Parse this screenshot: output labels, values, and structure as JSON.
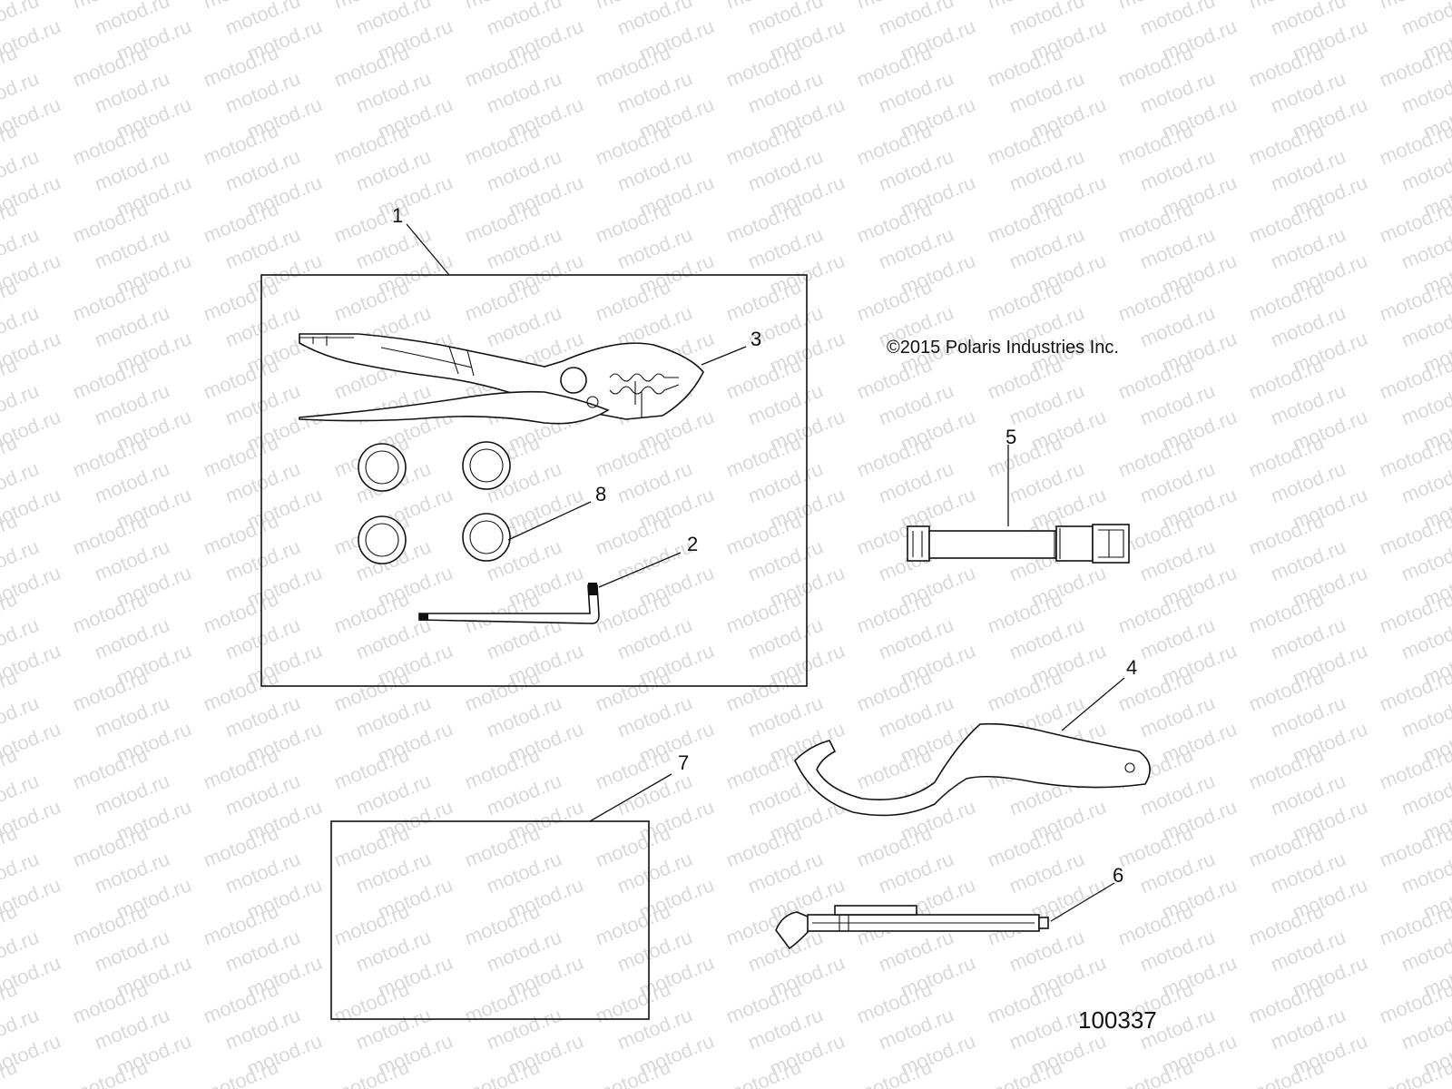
{
  "watermark": {
    "text": "motod.ru",
    "color": "#d9d9d9"
  },
  "copyright": "©2015 Polaris Industries Inc.",
  "figure_number": "100337",
  "callouts": [
    {
      "id": "1",
      "text": "1"
    },
    {
      "id": "2",
      "text": "2"
    },
    {
      "id": "3",
      "text": "3"
    },
    {
      "id": "4",
      "text": "4"
    },
    {
      "id": "5",
      "text": "5"
    },
    {
      "id": "6",
      "text": "6"
    },
    {
      "id": "7",
      "text": "7"
    },
    {
      "id": "8",
      "text": "8"
    }
  ]
}
